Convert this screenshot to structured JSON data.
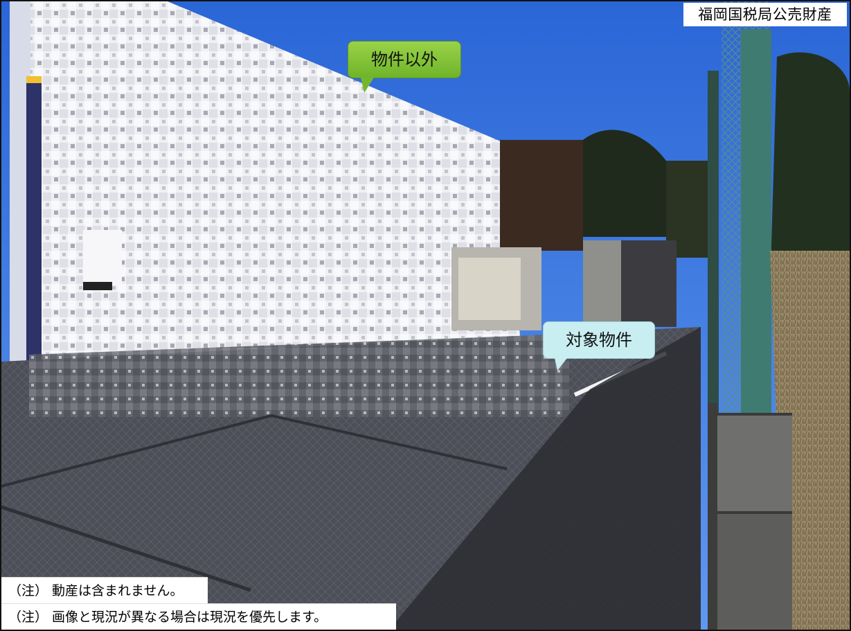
{
  "watermark": {
    "text": "福岡国税局公売財産"
  },
  "callouts": {
    "excluded": "物件以外",
    "target": "対象物件"
  },
  "notes": [
    "（注） 動産は含まれません。",
    "（注） 画像と現況が異なる場合は現況を優先します。"
  ],
  "colors": {
    "sky": "#2f6fd8",
    "wall": "#e8e8ec",
    "pavement": "#4a4d55",
    "fence": "#3f7b70",
    "callout_green": "#8ac840",
    "callout_blue": "#c8eef2"
  }
}
